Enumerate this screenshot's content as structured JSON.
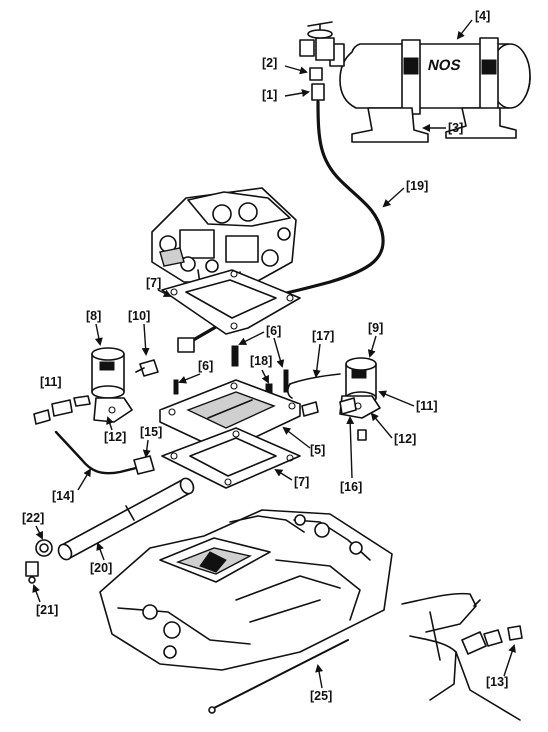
{
  "callouts": {
    "c1": "[1]",
    "c2": "[2]",
    "c3": "[3]",
    "c4": "[4]",
    "c5": "[5]",
    "c6a": "[6]",
    "c6b": "[6]",
    "c7a": "[7]",
    "c7b": "[7]",
    "c8": "[8]",
    "c9": "[9]",
    "c10": "[10]",
    "c11a": "[11]",
    "c11b": "[11]",
    "c12a": "[12]",
    "c12b": "[12]",
    "c13": "[13]",
    "c14": "[14]",
    "c15": "[15]",
    "c16": "[16]",
    "c17": "[17]",
    "c18": "[18]",
    "c19": "[19]",
    "c20": "[20]",
    "c21": "[21]",
    "c22": "[22]",
    "c25": "[25]"
  },
  "bottle_logo": "NOS"
}
